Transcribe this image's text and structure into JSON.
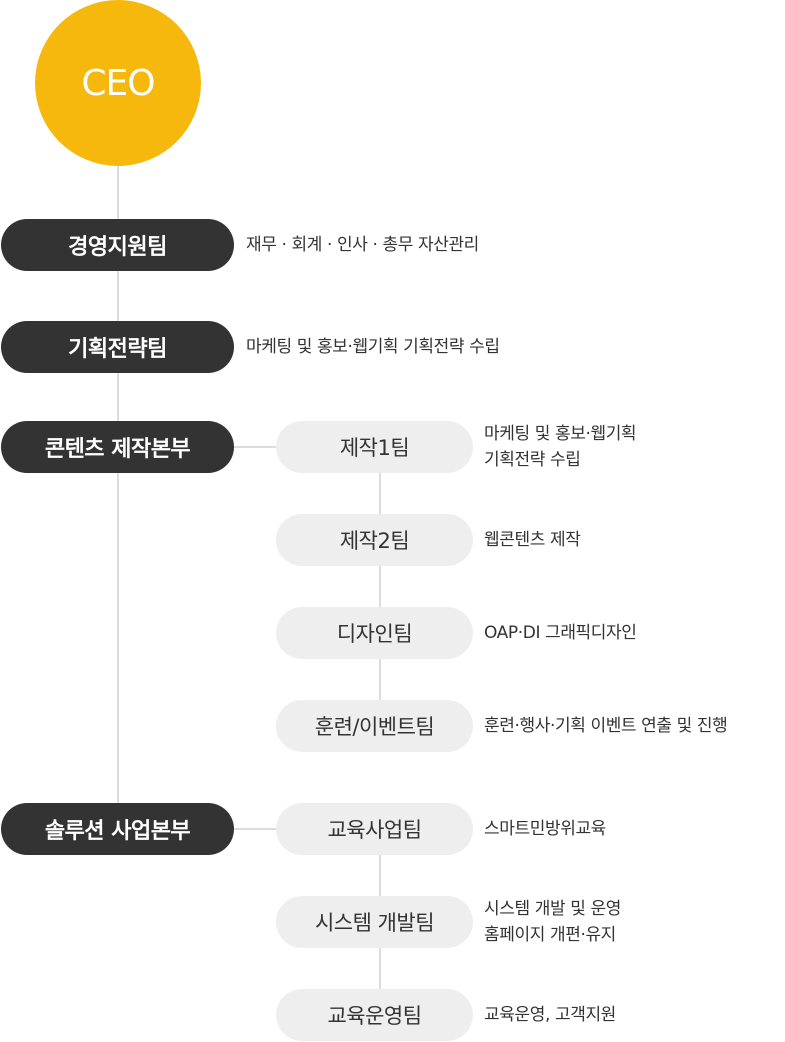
{
  "ceo": {
    "label": "CEO"
  },
  "departments": [
    {
      "label": "경영지원팀",
      "desc": "재무 · 회계 · 인사 · 총무 자산관리"
    },
    {
      "label": "기획전략팀",
      "desc": "마케팅 및 홍보·웹기획 기획전략 수립"
    },
    {
      "label": "콘텐츠 제작본부",
      "teams": [
        {
          "label": "제작1팀",
          "desc": [
            "마케팅 및 홍보·웹기획",
            "기획전략 수립"
          ]
        },
        {
          "label": "제작2팀",
          "desc": [
            "웹콘텐츠 제작"
          ]
        },
        {
          "label": "디자인팀",
          "desc": [
            "OAP·DI 그래픽디자인"
          ]
        },
        {
          "label": "훈련/이벤트팀",
          "desc": [
            "훈련·행사·기획 이벤트 연출 및 진행"
          ]
        }
      ]
    },
    {
      "label": "솔루션 사업본부",
      "teams": [
        {
          "label": "교육사업팀",
          "desc": [
            "스마트민방위교육"
          ]
        },
        {
          "label": "시스템 개발팀",
          "desc": [
            "시스템 개발 및 운영",
            "홈페이지 개편·유지"
          ]
        },
        {
          "label": "교육운영팀",
          "desc": [
            "교육운영, 고객지원"
          ]
        }
      ]
    }
  ],
  "colors": {
    "ceo": "#f7b80e",
    "dept": "#333333",
    "team": "#eeeeee",
    "line": "#dcdcdc"
  }
}
